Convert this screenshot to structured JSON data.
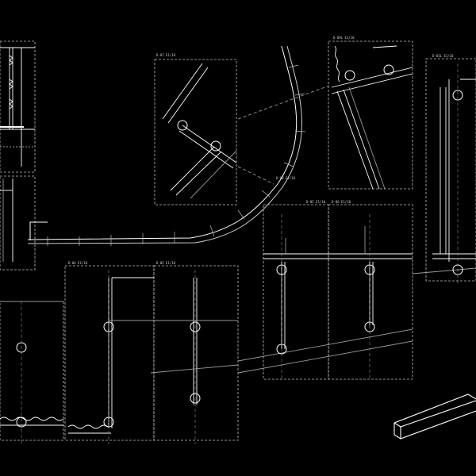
{
  "drawing": {
    "background": "#000000",
    "line_color": "#ffffff",
    "dim_line_color": "#9a9a9a",
    "detail_tags": [
      "D-07  E1/10",
      "D-09L E1/10",
      "D-03L E1/10",
      "D-05  E1/10",
      "D-06  E1/10",
      "D-04  E1/10",
      "D-05  E1/10",
      "D-08  E1/10"
    ]
  }
}
